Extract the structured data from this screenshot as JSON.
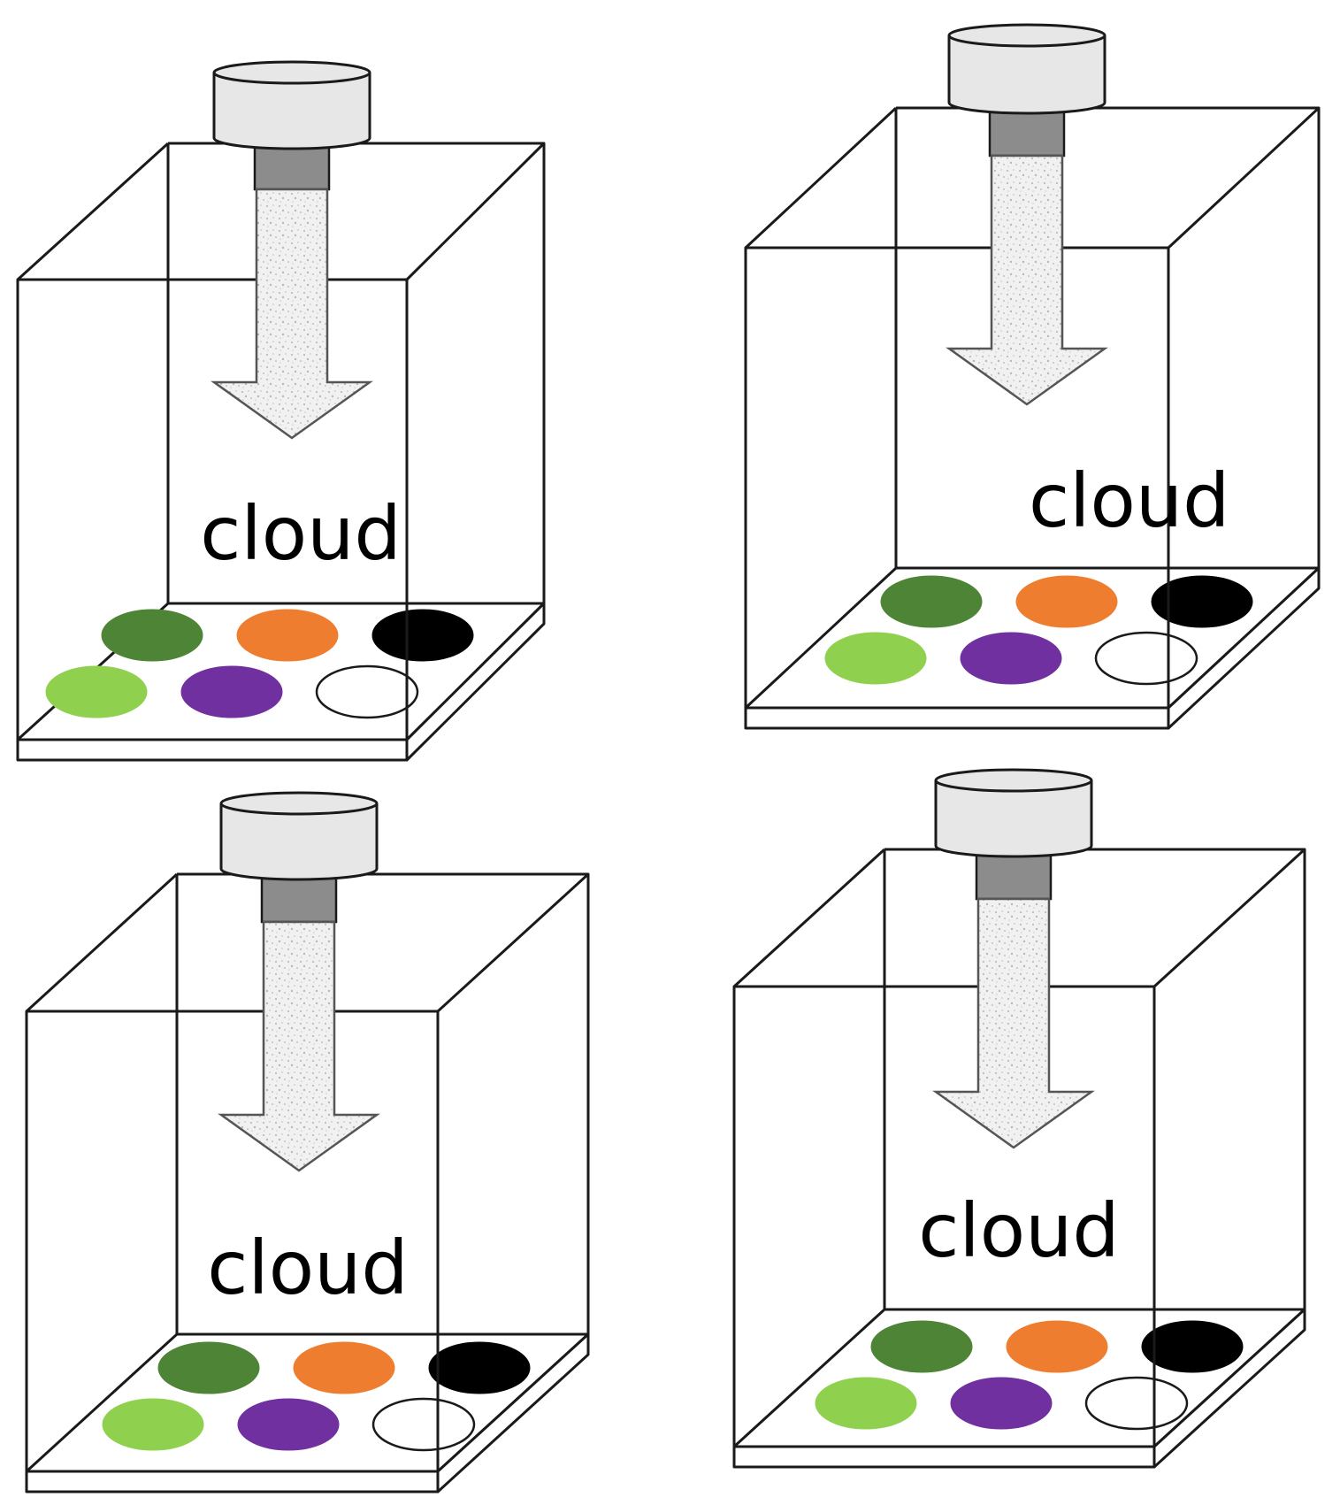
{
  "colors": {
    "dark_green": "#4e8435",
    "orange": "#ef7d2f",
    "black": "#000000",
    "light_green": "#8fd14f",
    "purple": "#7030a0",
    "empty": "#ffffff",
    "cap_fill": "#e6e7e6",
    "neck_fill": "#8c8c8c"
  },
  "wells": [
    {
      "name": "dark-green",
      "color": "#4e8435",
      "row": 0,
      "col": 0,
      "filled": true
    },
    {
      "name": "orange",
      "color": "#ef7d2f",
      "row": 0,
      "col": 1,
      "filled": true
    },
    {
      "name": "black",
      "color": "#000000",
      "row": 0,
      "col": 2,
      "filled": true
    },
    {
      "name": "light-green",
      "color": "#8fd14f",
      "row": 1,
      "col": 0,
      "filled": true
    },
    {
      "name": "purple",
      "color": "#7030a0",
      "row": 1,
      "col": 1,
      "filled": true
    },
    {
      "name": "empty",
      "color": "#ffffff",
      "row": 1,
      "col": 2,
      "filled": false
    }
  ],
  "chambers": [
    {
      "id": "top-left",
      "label": "cloud"
    },
    {
      "id": "top-right",
      "label": "cloud"
    },
    {
      "id": "bottom-left",
      "label": "cloud"
    },
    {
      "id": "bottom-right",
      "label": "cloud"
    }
  ]
}
